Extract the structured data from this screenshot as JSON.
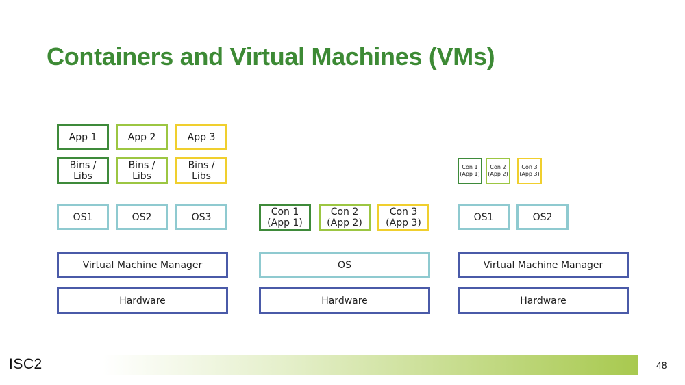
{
  "slide": {
    "title": "Containers and Virtual Machines (VMs)",
    "page_number": "48",
    "logo_text": "ISC2"
  },
  "colors": {
    "title": "#3d8a35",
    "dark_green": "#3e8a3a",
    "light_green": "#9cc642",
    "yellow": "#f0cf2e",
    "teal": "#8fcad0",
    "navy": "#4a5aa8"
  },
  "diagram": {
    "vm_stack": {
      "apps": [
        "App 1",
        "App 2",
        "App 3"
      ],
      "libs": [
        "Bins / Libs",
        "Bins / Libs",
        "Bins / Libs"
      ],
      "os": [
        "OS1",
        "OS2",
        "OS3"
      ],
      "manager": "Virtual Machine Manager",
      "hardware": "Hardware"
    },
    "container_stack": {
      "containers": [
        "Con 1\n(App 1)",
        "Con 2\n(App 2)",
        "Con 3\n(App 3)"
      ],
      "os": "OS",
      "hardware": "Hardware"
    },
    "hybrid_stack": {
      "containers": [
        "Con 1\n(App 1)",
        "Con 2\n(App 2)",
        "Con 3\n(App 3)"
      ],
      "os": [
        "OS1",
        "OS2"
      ],
      "manager": "Virtual Machine Manager",
      "hardware": "Hardware"
    }
  }
}
